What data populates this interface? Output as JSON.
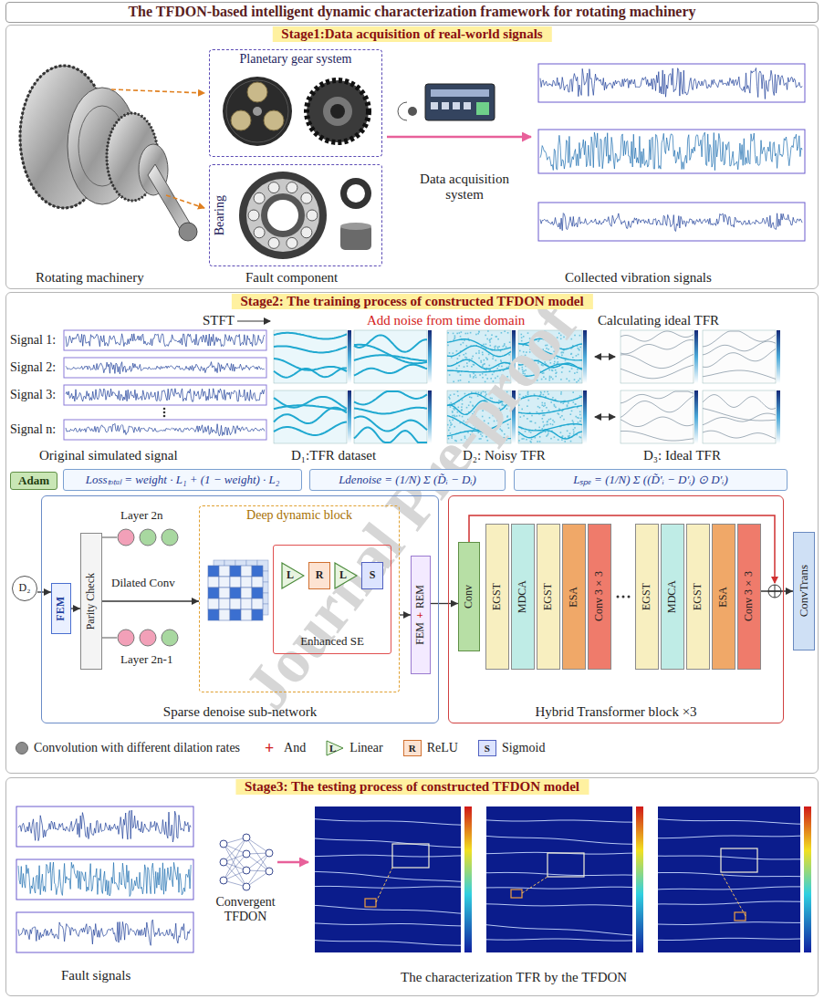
{
  "diagram": {
    "title": "The TFDON-based intelligent dynamic characterization framework for rotating machinery",
    "nodes": [
      {
        "text": [
          "The TFDON-based intelligent dynamic characterization framework for rotating machinery"
        ]
      },
      {
        "text": [
          "Stage1:Data acquisition of real-world signals"
        ]
      },
      {
        "text": [
          "Planetary gear system"
        ],
        "in": 1
      },
      {
        "text": [
          "Bearing"
        ],
        "in": 1
      },
      {
        "text": [
          "Stage2: The training process of constructed TFDON model"
        ]
      },
      {
        "text": [
          "Adam"
        ],
        "in": 4
      },
      {
        "text": [
          "Lossₜₒₜₐₗ = weight · L₁ + (1 − weight) · L₂"
        ],
        "in": 4
      },
      {
        "text": [
          "Ldenoise = (1/N) Σ (D̃ᵢ − Dᵢ)"
        ],
        "in": 4
      },
      {
        "text": [
          "Lₛₚₑ = (1/N) Σ ((D̃′ᵢ − D′ᵢ) ⊙ D′ᵢ)"
        ],
        "in": 4
      },
      {
        "text": [
          "D₂"
        ],
        "in": 4
      },
      {
        "text": [
          "Sparse denoise sub-network"
        ],
        "in": 4
      },
      {
        "text": [
          "FEM"
        ],
        "in": 10
      },
      {
        "text": [
          "Parity Check"
        ],
        "in": 10
      },
      {
        "text": [
          "Deep dynamic block"
        ],
        "in": 10
      },
      {
        "text": [
          "Enhanced SE"
        ],
        "in": 13
      },
      {
        "text": [
          "L"
        ],
        "in": 14
      },
      {
        "text": [
          "R"
        ],
        "in": 14
      },
      {
        "text": [
          "L"
        ],
        "in": 14
      },
      {
        "text": [
          "S"
        ],
        "in": 14
      },
      {
        "text": [
          "FEM",
          "+",
          "REM"
        ],
        "in": 10
      },
      {
        "text": [
          "Hybrid Transformer block ×3"
        ],
        "in": 4
      },
      {
        "text": [
          "Conv"
        ],
        "in": 20
      },
      {
        "text": [
          "EGST"
        ],
        "in": 20
      },
      {
        "text": [
          "MDCA"
        ],
        "in": 20
      },
      {
        "text": [
          "EGST"
        ],
        "in": 20
      },
      {
        "text": [
          "ESA"
        ],
        "in": 20
      },
      {
        "text": [
          "Conv 3×3"
        ],
        "in": 20
      },
      {
        "text": [
          "EGST"
        ],
        "in": 20
      },
      {
        "text": [
          "MDCA"
        ],
        "in": 20
      },
      {
        "text": [
          "EGST"
        ],
        "in": 20
      },
      {
        "text": [
          "ESA"
        ],
        "in": 20
      },
      {
        "text": [
          "Conv 3×3"
        ],
        "in": 20
      },
      {
        "text": [
          "ConvTrans"
        ],
        "in": 4
      },
      {
        "text": [
          "Stage3: The testing process of constructed TFDON model"
        ]
      }
    ],
    "edges": [
      {
        "from": 9,
        "to": 11,
        "arrow": "to"
      },
      {
        "from": 11,
        "to": 12,
        "arrow": "to"
      },
      {
        "from": 12,
        "to": 13,
        "arrow": "to"
      },
      {
        "from": 13,
        "to": 19,
        "arrow": "to"
      },
      {
        "from": 19,
        "to": 21,
        "arrow": "to"
      },
      {
        "from": 31,
        "to": 32,
        "arrow": "to"
      }
    ],
    "labels": [
      "Rotating machinery",
      "Fault component",
      "Data acquisition system",
      "Collected vibration signals",
      "STFT",
      "Add noise from time domain",
      "Calculating ideal TFR",
      "Signal 1:",
      "Signal 2:",
      "Signal 3:",
      "Signal n:",
      "Original simulated signal",
      "D₁:TFR dataset",
      "D₂: Noisy TFR",
      "D₃: Ideal TFR",
      "Layer 2n",
      "Dilated Conv",
      "Layer 2n-1",
      "+",
      "L",
      "R",
      "S",
      "Fault signals",
      "Convergent TFDON",
      "The characterization TFR by the TFDON",
      "Journal Pre-proof"
    ],
    "legend": [
      {
        "text": "Convolution with different dilation rates",
        "color": "#8c8c8c"
      },
      {
        "text": "And"
      },
      {
        "text": "Linear"
      },
      {
        "text": "ReLU"
      },
      {
        "text": "Sigmoid"
      }
    ]
  }
}
